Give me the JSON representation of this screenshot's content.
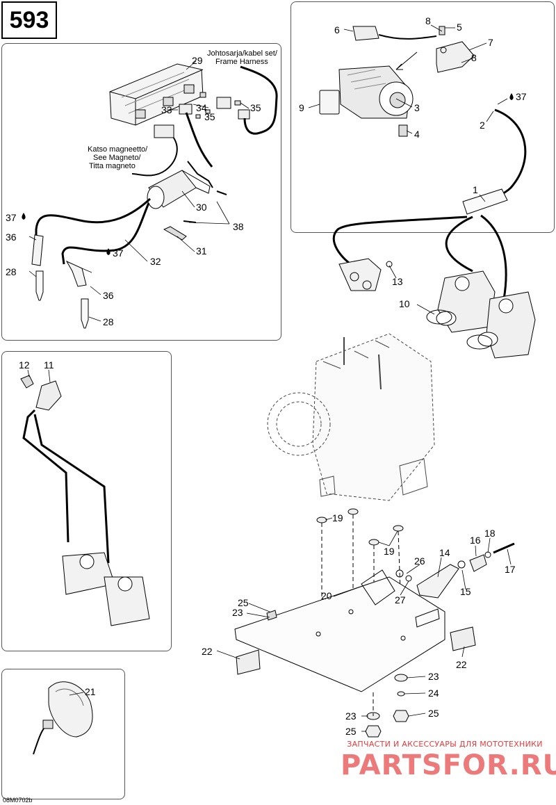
{
  "page_number": "593",
  "image_code": "08M0702b",
  "notes": {
    "frame_harness": [
      "Johtosarja/kabel set/",
      "Frame Harness"
    ],
    "see_magneto": [
      "Katso magneetto/",
      "See Magneto/",
      "Titta magneto"
    ]
  },
  "watermark": {
    "line1": "ЗАПЧАСТИ И АКСЕССУАРЫ ДЛЯ МОТОТЕХНИКИ",
    "line2": "PARTSFOR.RU"
  },
  "callouts": {
    "c1": "1",
    "c2": "2",
    "c3": "3",
    "c4": "4",
    "c5": "5",
    "c6": "6",
    "c7": "7",
    "c8a": "8",
    "c8b": "8",
    "c9": "9",
    "c10": "10",
    "c11": "11",
    "c12": "12",
    "c13": "13",
    "c14": "14",
    "c15": "15",
    "c16": "16",
    "c17": "17",
    "c18": "18",
    "c19a": "19",
    "c19b": "19",
    "c20": "20",
    "c21": "21",
    "c22a": "22",
    "c22b": "22",
    "c23a": "23",
    "c23b": "23",
    "c23c": "23",
    "c24": "24",
    "c25a": "25",
    "c25b": "25",
    "c25c": "25",
    "c26": "26",
    "c27": "27",
    "c28a": "28",
    "c28b": "28",
    "c29": "29",
    "c30": "30",
    "c31": "31",
    "c32": "32",
    "c33": "33",
    "c34": "34",
    "c35a": "35",
    "c35b": "35",
    "c36a": "36",
    "c36b": "36",
    "c37a": "37",
    "c37b": "37",
    "c37c": "37",
    "c38": "38"
  }
}
